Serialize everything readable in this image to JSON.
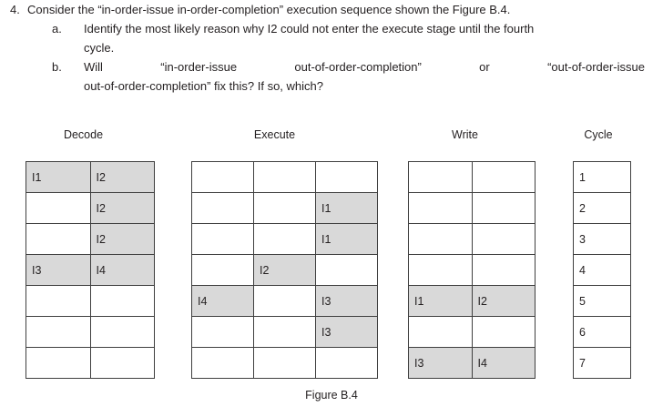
{
  "question": {
    "number": "4.",
    "stem": "Consider the “in-order-issue in-order-completion” execution sequence shown the Figure B.4.",
    "sub_items": [
      {
        "marker": "a.",
        "line1": "Identify the most likely reason why I2 could not enter the execute stage until the fourth",
        "line2": "cycle."
      },
      {
        "marker": "b.",
        "line1": "Will “in-order-issue out-of-order-completion” or “out-of-order-issue",
        "line2": "out-of-order-completion” fix this? If so, which?"
      }
    ]
  },
  "figure": {
    "caption": "Figure B.4",
    "shade_color": "#d9d9d9",
    "border_color": "#3f3f3f",
    "stages": [
      {
        "name": "decode",
        "title": "Decode",
        "columns": 2,
        "rows": [
          [
            {
              "text": "I1",
              "shaded": true
            },
            {
              "text": "I2",
              "shaded": true
            }
          ],
          [
            {
              "text": "",
              "shaded": false
            },
            {
              "text": "I2",
              "shaded": true
            }
          ],
          [
            {
              "text": "",
              "shaded": false
            },
            {
              "text": "I2",
              "shaded": true
            }
          ],
          [
            {
              "text": "I3",
              "shaded": true
            },
            {
              "text": "I4",
              "shaded": true
            }
          ],
          [
            {
              "text": "",
              "shaded": false
            },
            {
              "text": "",
              "shaded": false
            }
          ],
          [
            {
              "text": "",
              "shaded": false
            },
            {
              "text": "",
              "shaded": false
            }
          ],
          [
            {
              "text": "",
              "shaded": false
            },
            {
              "text": "",
              "shaded": false
            }
          ]
        ]
      },
      {
        "name": "execute",
        "title": "Execute",
        "columns": 3,
        "rows": [
          [
            {
              "text": "",
              "shaded": false
            },
            {
              "text": "",
              "shaded": false
            },
            {
              "text": "",
              "shaded": false
            }
          ],
          [
            {
              "text": "",
              "shaded": false
            },
            {
              "text": "",
              "shaded": false
            },
            {
              "text": "I1",
              "shaded": true
            }
          ],
          [
            {
              "text": "",
              "shaded": false
            },
            {
              "text": "",
              "shaded": false
            },
            {
              "text": "I1",
              "shaded": true
            }
          ],
          [
            {
              "text": "",
              "shaded": false
            },
            {
              "text": "I2",
              "shaded": true
            },
            {
              "text": "",
              "shaded": false
            }
          ],
          [
            {
              "text": "I4",
              "shaded": true
            },
            {
              "text": "",
              "shaded": false
            },
            {
              "text": "I3",
              "shaded": true
            }
          ],
          [
            {
              "text": "",
              "shaded": false
            },
            {
              "text": "",
              "shaded": false
            },
            {
              "text": "I3",
              "shaded": true
            }
          ],
          [
            {
              "text": "",
              "shaded": false
            },
            {
              "text": "",
              "shaded": false
            },
            {
              "text": "",
              "shaded": false
            }
          ]
        ]
      },
      {
        "name": "write",
        "title": "Write",
        "columns": 2,
        "rows": [
          [
            {
              "text": "",
              "shaded": false
            },
            {
              "text": "",
              "shaded": false
            }
          ],
          [
            {
              "text": "",
              "shaded": false
            },
            {
              "text": "",
              "shaded": false
            }
          ],
          [
            {
              "text": "",
              "shaded": false
            },
            {
              "text": "",
              "shaded": false
            }
          ],
          [
            {
              "text": "",
              "shaded": false
            },
            {
              "text": "",
              "shaded": false
            }
          ],
          [
            {
              "text": "I1",
              "shaded": true
            },
            {
              "text": "I2",
              "shaded": true
            }
          ],
          [
            {
              "text": "",
              "shaded": false
            },
            {
              "text": "",
              "shaded": false
            }
          ],
          [
            {
              "text": "I3",
              "shaded": true
            },
            {
              "text": "I4",
              "shaded": true
            }
          ]
        ]
      },
      {
        "name": "cycle",
        "title": "Cycle",
        "columns": 1,
        "rows": [
          [
            {
              "text": "1",
              "shaded": false
            }
          ],
          [
            {
              "text": "2",
              "shaded": false
            }
          ],
          [
            {
              "text": "3",
              "shaded": false
            }
          ],
          [
            {
              "text": "4",
              "shaded": false
            }
          ],
          [
            {
              "text": "5",
              "shaded": false
            }
          ],
          [
            {
              "text": "6",
              "shaded": false
            }
          ],
          [
            {
              "text": "7",
              "shaded": false
            }
          ]
        ]
      }
    ]
  }
}
